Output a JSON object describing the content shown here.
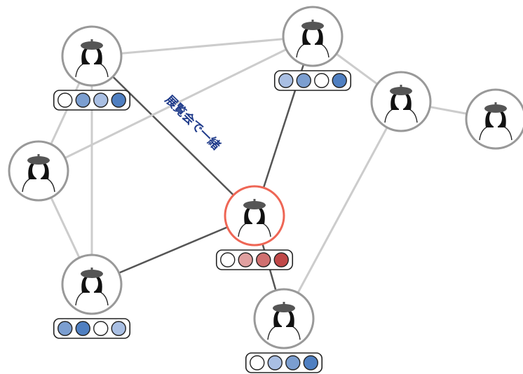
{
  "colors": {
    "edge_light": "#cccccc",
    "edge_dark": "#555555",
    "node_ring": "#999999",
    "node_ring_focus": "#ee6655",
    "label": "#1e3a8a",
    "avatar_hair": "#111111",
    "avatar_beret": "#555555"
  },
  "nodes": [
    {
      "id": "n1",
      "focus": false,
      "dots": [
        "#ffffff",
        "#7b9ed0",
        "#a9bfe3",
        "#4f7fc1"
      ]
    },
    {
      "id": "n2",
      "focus": false,
      "dots": [
        "#a9bfe3",
        "#7b9ed0",
        "#ffffff",
        "#4f7fc1"
      ]
    },
    {
      "id": "n3",
      "focus": false,
      "dots": []
    },
    {
      "id": "n4",
      "focus": false,
      "dots": []
    },
    {
      "id": "n5",
      "focus": false,
      "dots": []
    },
    {
      "id": "n6",
      "focus": true,
      "dots": [
        "#ffffff",
        "#e0a0a0",
        "#d07070",
        "#c04848"
      ]
    },
    {
      "id": "n7",
      "focus": false,
      "dots": [
        "#7b9ed0",
        "#4f7fc1",
        "#ffffff",
        "#a9bfe3"
      ]
    },
    {
      "id": "n8",
      "focus": false,
      "dots": [
        "#ffffff",
        "#a9bfe3",
        "#7b9ed0",
        "#4f7fc1"
      ]
    }
  ],
  "edges": [
    {
      "from": "n1",
      "to": "n2",
      "strong": false
    },
    {
      "from": "n1",
      "to": "n5",
      "strong": false
    },
    {
      "from": "n1",
      "to": "n7",
      "strong": false
    },
    {
      "from": "n1",
      "to": "n6",
      "strong": true,
      "label": "展覧会で一緒"
    },
    {
      "from": "n2",
      "to": "n5",
      "strong": false
    },
    {
      "from": "n2",
      "to": "n3",
      "strong": false
    },
    {
      "from": "n2",
      "to": "n6",
      "strong": true
    },
    {
      "from": "n3",
      "to": "n4",
      "strong": false
    },
    {
      "from": "n3",
      "to": "n8",
      "strong": false
    },
    {
      "from": "n5",
      "to": "n7",
      "strong": false
    },
    {
      "from": "n6",
      "to": "n7",
      "strong": true
    },
    {
      "from": "n6",
      "to": "n8",
      "strong": true
    }
  ]
}
